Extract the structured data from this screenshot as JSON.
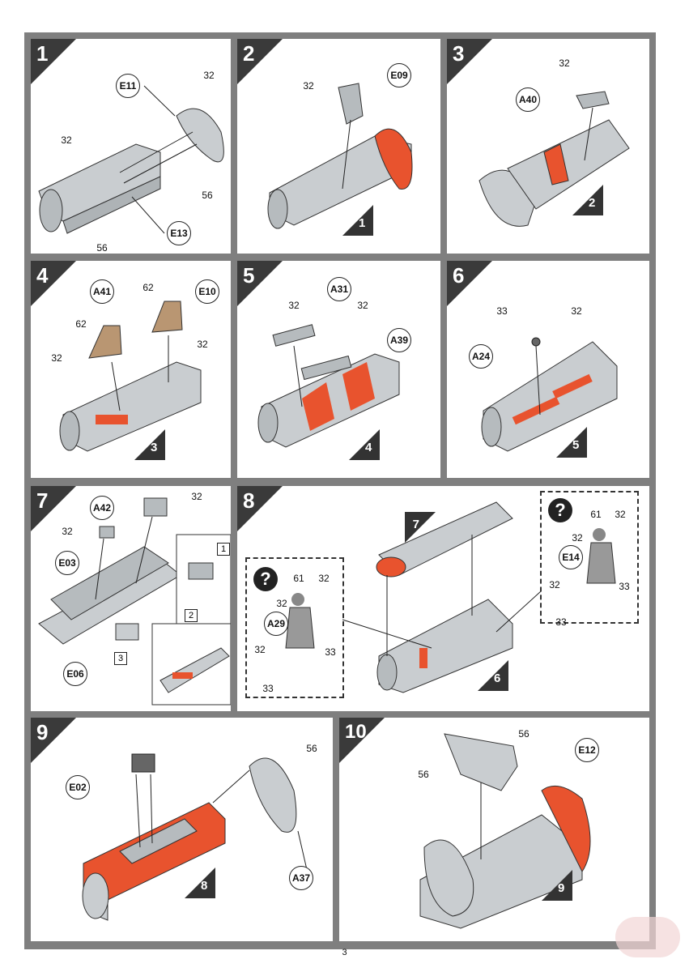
{
  "page_number": "3",
  "steps": [
    {
      "num": "1",
      "callouts": [
        "E11",
        "E13"
      ],
      "labels": [
        "32",
        "32",
        "56",
        "56"
      ],
      "ref": ""
    },
    {
      "num": "2",
      "callouts": [
        "E09"
      ],
      "labels": [
        "32"
      ],
      "ref": "1"
    },
    {
      "num": "3",
      "callouts": [
        "A40"
      ],
      "labels": [
        "32"
      ],
      "ref": "2"
    },
    {
      "num": "4",
      "callouts": [
        "A41",
        "E10"
      ],
      "labels": [
        "62",
        "62",
        "32",
        "32"
      ],
      "ref": "3"
    },
    {
      "num": "5",
      "callouts": [
        "A31",
        "A39"
      ],
      "labels": [
        "32",
        "32"
      ],
      "ref": "4"
    },
    {
      "num": "6",
      "callouts": [
        "A24"
      ],
      "labels": [
        "33",
        "32"
      ],
      "ref": "5"
    },
    {
      "num": "7",
      "callouts": [
        "A42",
        "E03",
        "E06"
      ],
      "labels": [
        "32",
        "32"
      ],
      "boxes": [
        "1",
        "2",
        "3"
      ]
    },
    {
      "num": "8",
      "refs": [
        "7",
        "6"
      ],
      "pilot_a": {
        "callout": "A29",
        "labels": [
          "61",
          "32",
          "32",
          "32",
          "33",
          "33"
        ]
      },
      "pilot_b": {
        "callout": "E14",
        "labels": [
          "61",
          "32",
          "32",
          "32",
          "33",
          "33"
        ]
      }
    },
    {
      "num": "9",
      "callouts": [
        "E02",
        "A37"
      ],
      "labels": [
        "56"
      ],
      "ref": "8"
    },
    {
      "num": "10",
      "callouts": [
        "E12"
      ],
      "labels": [
        "56",
        "56"
      ],
      "ref": "9"
    }
  ],
  "question_mark": "?",
  "colors": {
    "frame": "#7f7f7f",
    "part": "#c9cdd0",
    "orange": "#e8532e",
    "tan": "#b99672",
    "dark": "#3a3a3a"
  }
}
